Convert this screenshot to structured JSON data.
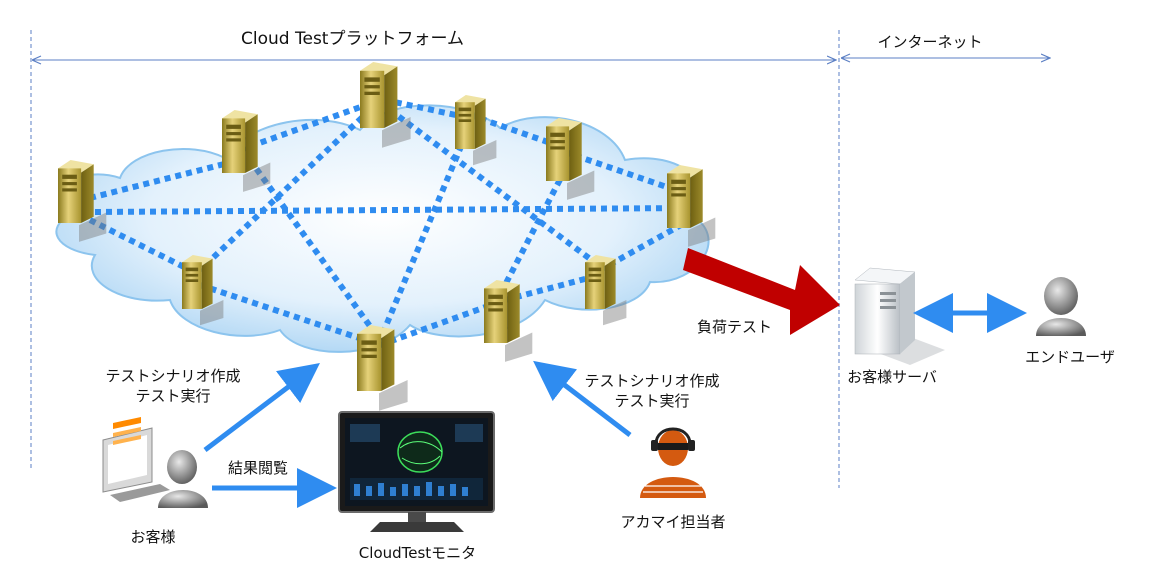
{
  "header": {
    "platform_label": "Cloud Testプラットフォーム",
    "internet_label": "インターネット"
  },
  "flows": {
    "load_test": "負荷テスト",
    "customer_scenario_line1": "テストシナリオ作成",
    "customer_scenario_line2": "テスト実行",
    "akamai_scenario_line1": "テストシナリオ作成",
    "akamai_scenario_line2": "テスト実行",
    "view_results": "結果閲覧"
  },
  "nodes": {
    "customer": "お客様",
    "monitor": "CloudTestモニタ",
    "akamai_staff": "アカマイ担当者",
    "customer_server": "お客様サーバ",
    "end_user": "エンドユーザ"
  },
  "colors": {
    "arrow_blue": "#2f8cf0",
    "load_arrow_red": "#c00000",
    "divider_blue": "#5b7fc4",
    "server_gold": "#c8b04a",
    "staff_orange": "#d45a10",
    "cloud_blue": "#cde6fa"
  },
  "icons": [
    "server-icon",
    "cloud-icon",
    "monitor-icon",
    "user-icon",
    "operator-headset-icon",
    "pc-icon"
  ]
}
